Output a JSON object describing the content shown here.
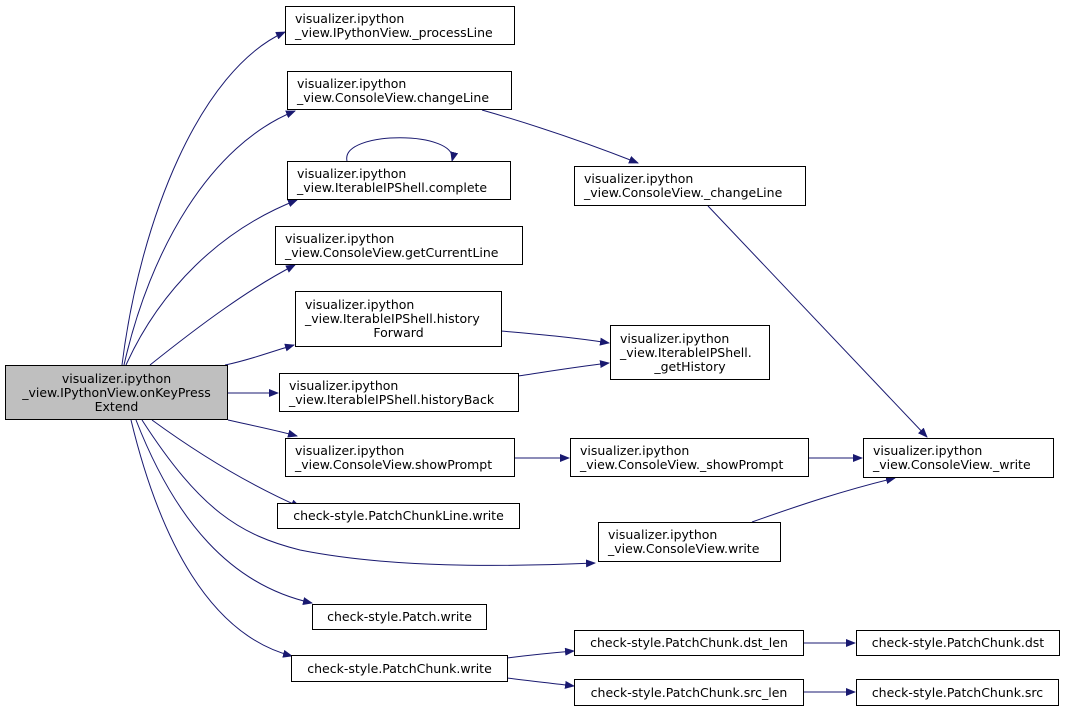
{
  "colors": {
    "edge": "#191970",
    "root_fill": "#bfbfbf",
    "node_fill": "#ffffff",
    "border": "#000000"
  },
  "nodes": {
    "onKeyPressExtend": [
      "visualizer.ipython",
      "_view.IPythonView.onKeyPress",
      "Extend"
    ],
    "processLine": [
      "visualizer.ipython",
      "_view.IPythonView._processLine"
    ],
    "changeLine": [
      "visualizer.ipython",
      "_view.ConsoleView.changeLine"
    ],
    "complete": [
      "visualizer.ipython",
      "_view.IterableIPShell.complete"
    ],
    "getCurrentLine": [
      "visualizer.ipython",
      "_view.ConsoleView.getCurrentLine"
    ],
    "historyForward": [
      "visualizer.ipython",
      "_view.IterableIPShell.history",
      "Forward"
    ],
    "historyBack": [
      "visualizer.ipython",
      "_view.IterableIPShell.historyBack"
    ],
    "showPrompt": [
      "visualizer.ipython",
      "_view.ConsoleView.showPrompt"
    ],
    "patchChunkLineWrite": [
      "check-style.PatchChunkLine.write"
    ],
    "patchWrite": [
      "check-style.Patch.write"
    ],
    "patchChunkWrite": [
      "check-style.PatchChunk.write"
    ],
    "_changeLine": [
      "visualizer.ipython",
      "_view.ConsoleView._changeLine"
    ],
    "_getHistory": [
      "visualizer.ipython",
      "_view.IterableIPShell.",
      "_getHistory"
    ],
    "_showPrompt": [
      "visualizer.ipython",
      "_view.ConsoleView._showPrompt"
    ],
    "consoleWrite": [
      "visualizer.ipython",
      "_view.ConsoleView.write"
    ],
    "_write": [
      "visualizer.ipython",
      "_view.ConsoleView._write"
    ],
    "dst_len": [
      "check-style.PatchChunk.dst_len"
    ],
    "src_len": [
      "check-style.PatchChunk.src_len"
    ],
    "dst": [
      "check-style.PatchChunk.dst"
    ],
    "src": [
      "check-style.PatchChunk.src"
    ]
  },
  "edges": [
    [
      "onKeyPressExtend",
      "processLine"
    ],
    [
      "onKeyPressExtend",
      "changeLine"
    ],
    [
      "onKeyPressExtend",
      "complete"
    ],
    [
      "onKeyPressExtend",
      "getCurrentLine"
    ],
    [
      "onKeyPressExtend",
      "historyForward"
    ],
    [
      "onKeyPressExtend",
      "historyBack"
    ],
    [
      "onKeyPressExtend",
      "showPrompt"
    ],
    [
      "onKeyPressExtend",
      "patchChunkLineWrite"
    ],
    [
      "onKeyPressExtend",
      "consoleWrite"
    ],
    [
      "onKeyPressExtend",
      "patchWrite"
    ],
    [
      "onKeyPressExtend",
      "patchChunkWrite"
    ],
    [
      "changeLine",
      "_changeLine"
    ],
    [
      "complete",
      "complete"
    ],
    [
      "historyForward",
      "_getHistory"
    ],
    [
      "historyBack",
      "_getHistory"
    ],
    [
      "showPrompt",
      "_showPrompt"
    ],
    [
      "_changeLine",
      "_write"
    ],
    [
      "_showPrompt",
      "_write"
    ],
    [
      "consoleWrite",
      "_write"
    ],
    [
      "patchChunkWrite",
      "dst_len"
    ],
    [
      "patchChunkWrite",
      "src_len"
    ],
    [
      "dst_len",
      "dst"
    ],
    [
      "src_len",
      "src"
    ]
  ]
}
